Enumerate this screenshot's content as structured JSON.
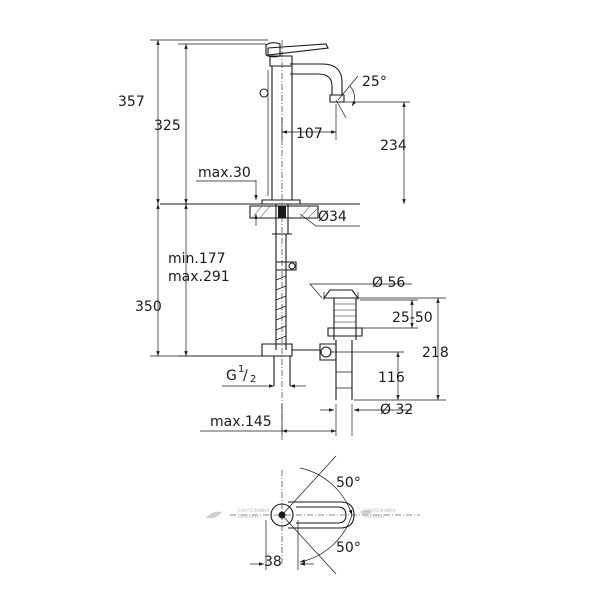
{
  "dimensions": {
    "total_height": "357",
    "body_height": "325",
    "spout_height": "234",
    "spout_reach": "107",
    "spout_angle": "25°",
    "deck_thickness_max": "max.30",
    "shank_diameter": "Ø34",
    "hose_min": "min.177",
    "hose_max": "max.291",
    "below_deck": "350",
    "waste_cap_diameter": "Ø 56",
    "waste_range": "25-50",
    "waste_height": "218",
    "waste_outlet_height": "116",
    "waste_pipe_diameter": "Ø 32",
    "connection_main": "G",
    "connection_fraction_num": "1",
    "connection_fraction_den": "2",
    "connection_reach": "max.145",
    "swivel_angle_top": "50°",
    "swivel_angle_bottom": "50°",
    "base_width": "38"
  },
  "watermark": {
    "left_line1": "САНТЕХНИКА-",
    "left_line2": "ОНЛАЙН",
    "right_line1": "САНТЕХНИКА-",
    "right_line2": "ОНЛАЙН"
  }
}
